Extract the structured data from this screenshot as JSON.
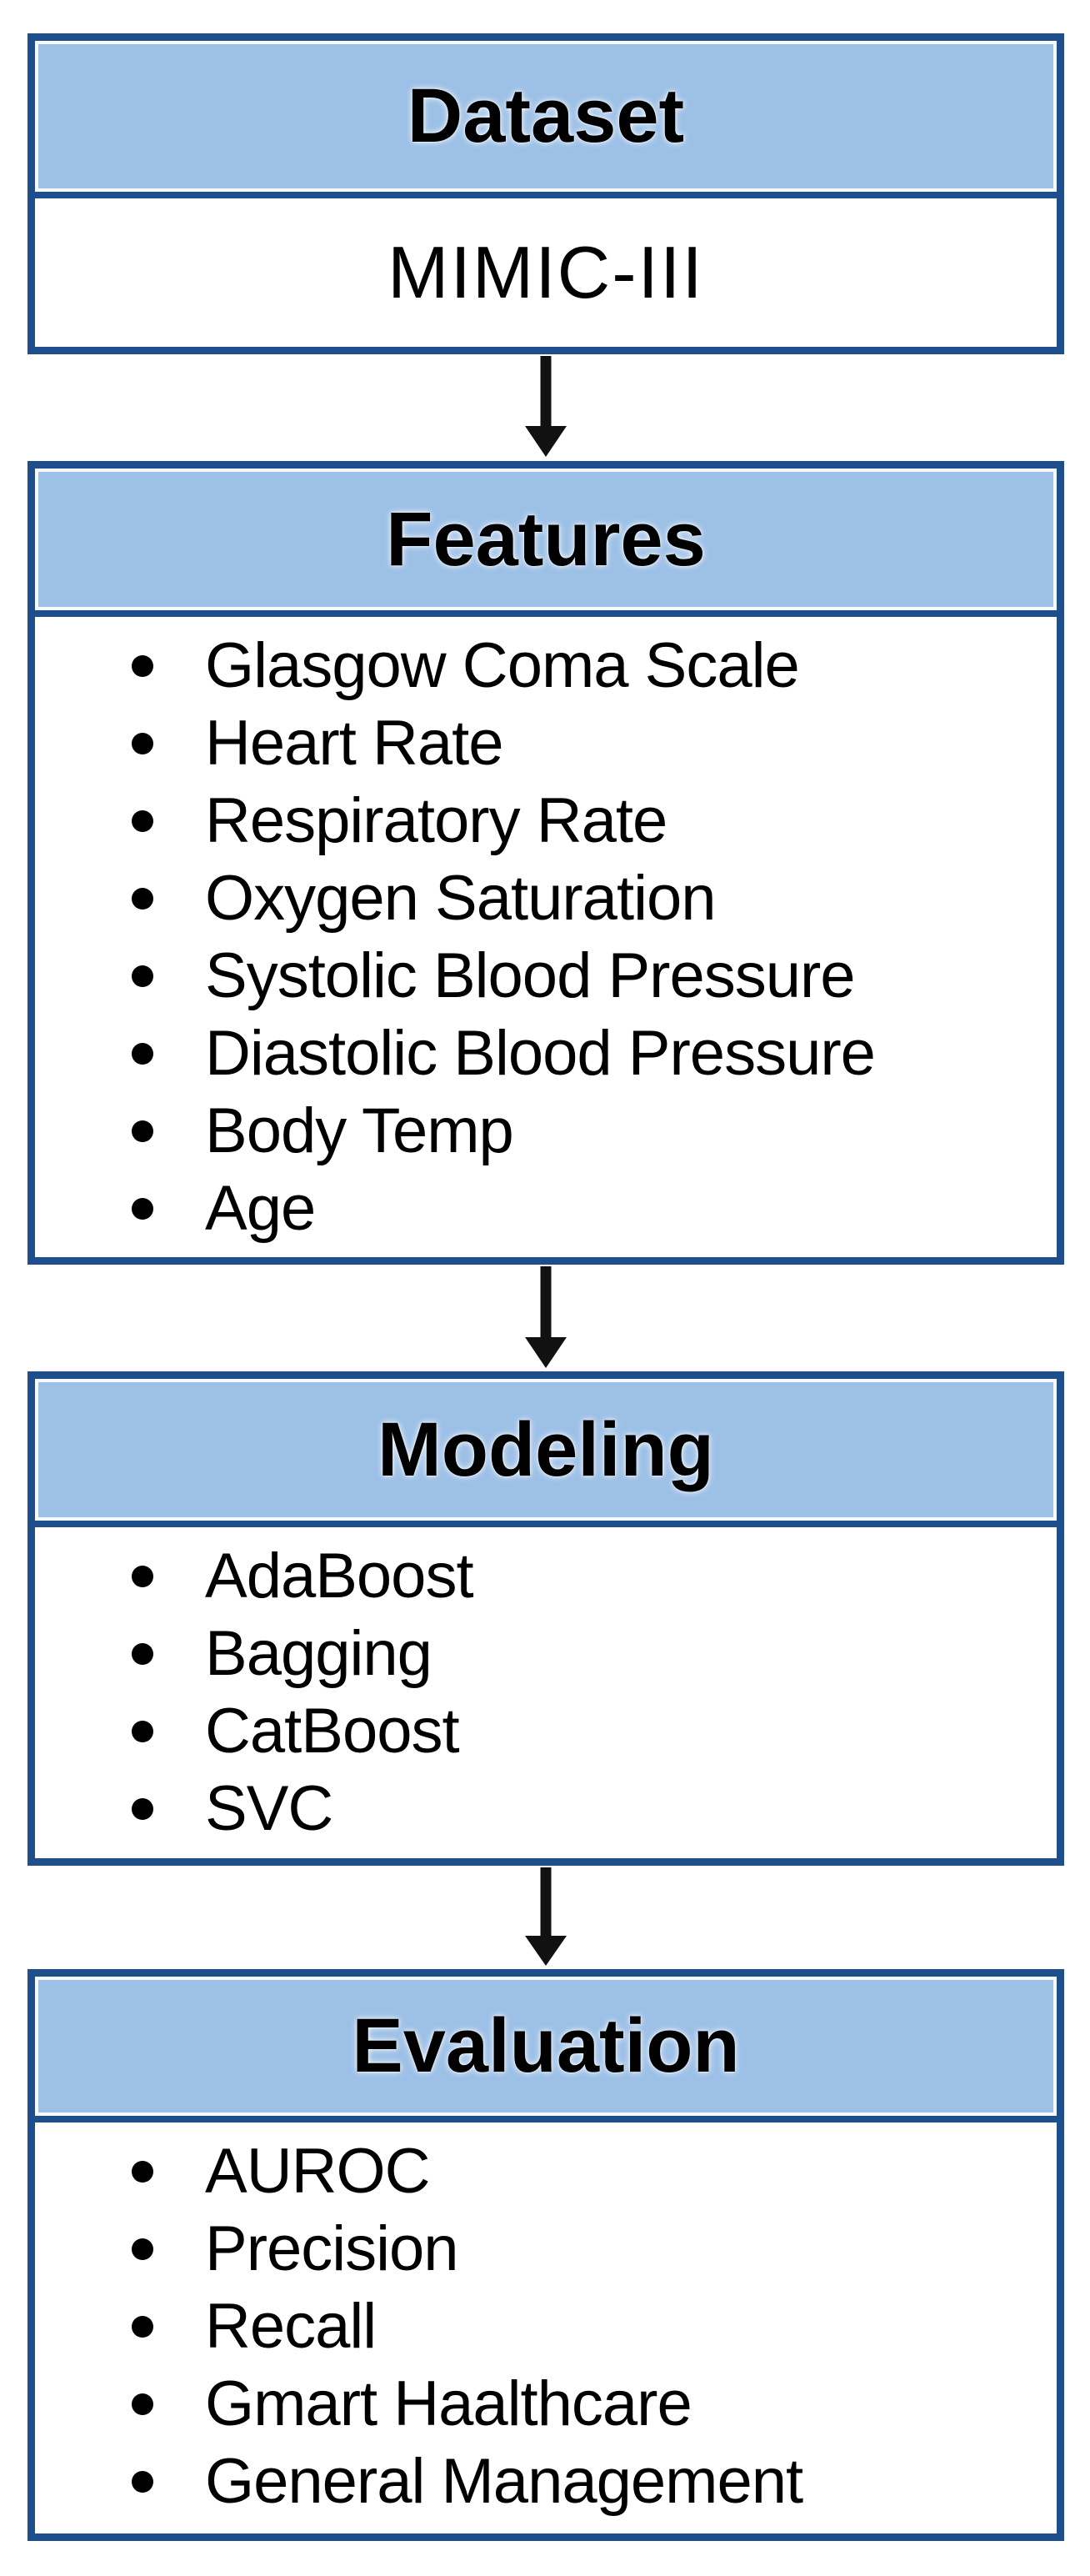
{
  "diagram": {
    "colors": {
      "header_fill": "#9dc0e6",
      "border": "#1f4e8c",
      "arrow": "#111111",
      "text": "#000000"
    },
    "arrows": {
      "count": 3,
      "direction": "down",
      "icon": "down-arrow-icon"
    },
    "sections": [
      {
        "title": "Dataset",
        "type": "text",
        "value": "MIMIC-III"
      },
      {
        "title": "Features",
        "type": "bullets",
        "items": [
          "Glasgow Coma Scale",
          "Heart Rate",
          "Respiratory Rate",
          "Oxygen Saturation",
          "Systolic Blood Pressure",
          "Diastolic Blood Pressure",
          "Body Temp",
          "Age"
        ]
      },
      {
        "title": "Modeling",
        "type": "bullets",
        "items": [
          "AdaBoost",
          "Bagging",
          "CatBoost",
          "SVC"
        ]
      },
      {
        "title": "Evaluation",
        "type": "bullets",
        "items": [
          "AUROC",
          "Precision",
          "Recall",
          "Gmart Haalthcare",
          "General Management"
        ]
      }
    ]
  }
}
